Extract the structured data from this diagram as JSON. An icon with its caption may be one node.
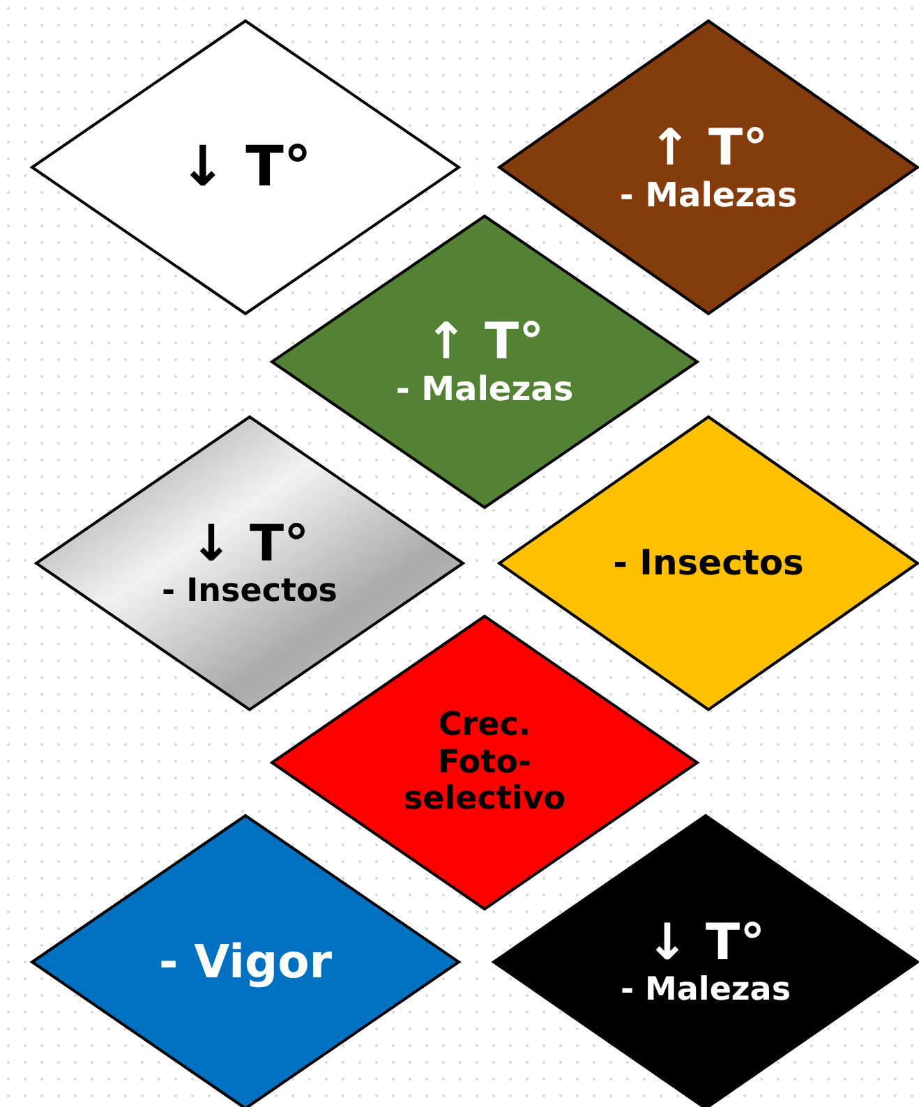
{
  "diagram": {
    "nodes": [
      {
        "text": [
          "↓ T°"
        ]
      },
      {
        "text": [
          "↑ T°",
          "- Malezas"
        ]
      },
      {
        "text": [
          "↑ T°",
          "- Malezas"
        ]
      },
      {
        "text": [
          "↓ T°",
          "- Insectos"
        ]
      },
      {
        "text": [
          "- Insectos"
        ]
      },
      {
        "text": [
          "Crec. Foto- selectivo"
        ]
      },
      {
        "text": [
          "- Vigor"
        ]
      },
      {
        "text": [
          "↓ T°",
          "- Malezas"
        ]
      }
    ],
    "edges": []
  }
}
